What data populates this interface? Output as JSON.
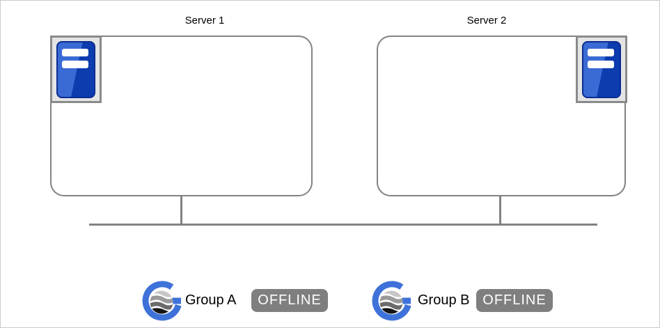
{
  "diagram": {
    "servers": [
      {
        "label": "Server 1",
        "icon": "server-tower-icon",
        "icon_corner": "top-left"
      },
      {
        "label": "Server 2",
        "icon": "server-tower-icon",
        "icon_corner": "top-right"
      }
    ],
    "network": {
      "type": "bus",
      "connected_servers": [
        "Server 1",
        "Server 2"
      ]
    },
    "groups": [
      {
        "label": "Group A",
        "status": "OFFLINE",
        "icon": "group-globe-g-icon"
      },
      {
        "label": "Group B",
        "status": "OFFLINE",
        "icon": "group-globe-g-icon"
      }
    ],
    "colors": {
      "box_border": "#828282",
      "connector_line": "#828282",
      "icon_box_bg": "#e4e4e4",
      "icon_box_border": "#8a8a8a",
      "server_icon_blue_light": "#3a6ad4",
      "server_icon_blue_dark": "#0c3cae",
      "logo_blue": "#3e72d9",
      "badge_bg": "#7f7f7f",
      "badge_text": "#ffffff",
      "canvas_border": "#c9c9c9"
    }
  }
}
